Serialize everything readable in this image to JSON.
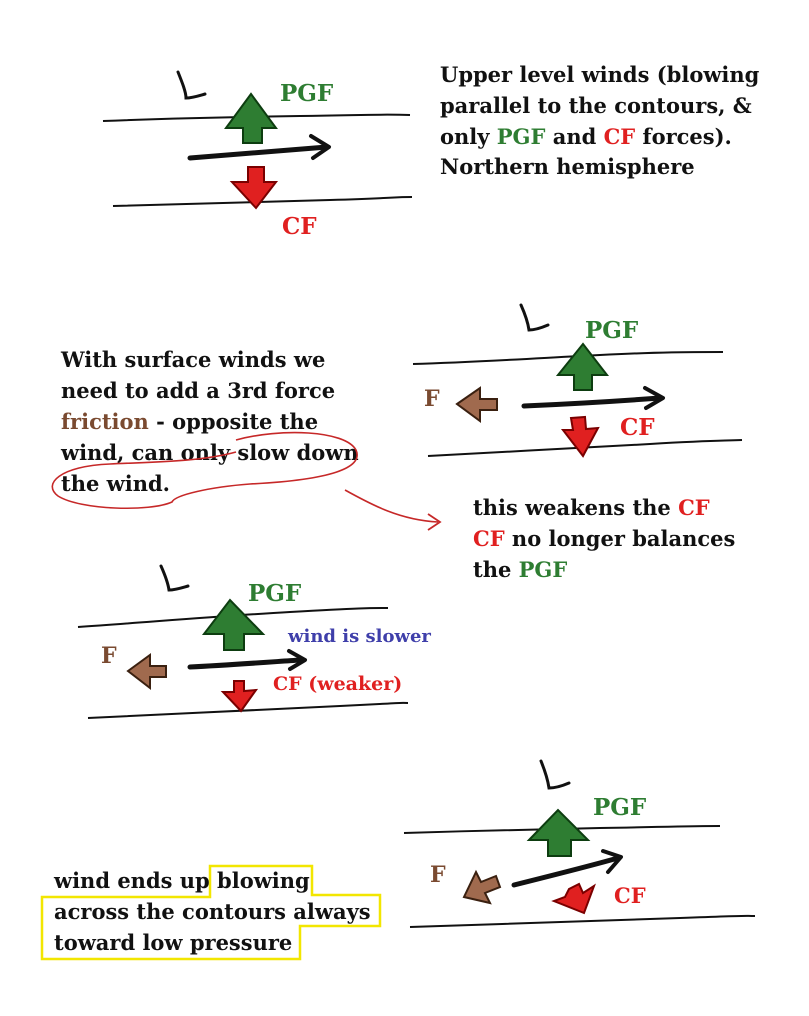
{
  "colors": {
    "ink": "#111111",
    "pgf": "#2e7d32",
    "cf": "#e02020",
    "friction": "#7a4a30",
    "wind_note": "#3f3faa",
    "circle": "#c62828",
    "highlight": "#f2e600"
  },
  "panel1": {
    "low": "L",
    "pgf": "PGF",
    "cf": "CF",
    "text": {
      "line1": "Upper level winds (blowing",
      "line2": "parallel to the contours, &",
      "line3_a": "only ",
      "line3_pgf": "PGF",
      "line3_b": " and ",
      "line3_cf": "CF",
      "line3_c": " forces).",
      "line4": "Northern hemisphere"
    }
  },
  "panel2": {
    "low": "L",
    "pgf": "PGF",
    "cf": "CF",
    "f": "F",
    "text": {
      "line1": "With surface winds we",
      "line2": "need to add a 3rd force",
      "line3_friction": "friction",
      "line3_rest": " - opposite the",
      "line4": "wind, can only slow down",
      "line5": "the wind."
    },
    "note": {
      "line1_a": "this weakens the ",
      "line1_cf": "CF",
      "line2_cf": "CF",
      "line2_rest": " no longer balances",
      "line3_a": "the ",
      "line3_pgf": "PGF"
    }
  },
  "panel3": {
    "low": "L",
    "pgf": "PGF",
    "f": "F",
    "wind_note": "wind is slower",
    "cf": "CF (weaker)"
  },
  "panel4": {
    "low": "L",
    "pgf": "PGF",
    "cf": "CF",
    "f": "F",
    "text": {
      "line1_a": "wind ends up ",
      "line1_b": "blowing",
      "line2": "across the contours always",
      "line3": "toward low pressure"
    }
  }
}
